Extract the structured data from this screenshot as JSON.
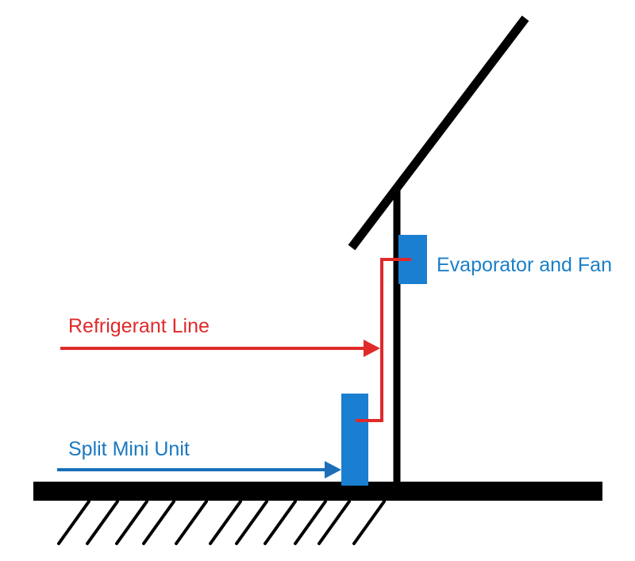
{
  "diagram": {
    "labels": {
      "evaporator": "Evaporator and Fan",
      "refrigerant": "Refrigerant Line",
      "split_unit": "Split Mini Unit"
    },
    "colors": {
      "structure": "#000000",
      "refrigerant": "#e02a2a",
      "unit": "#1a7fd0",
      "evaporator_label": "#1a7fc8",
      "split_label": "#1a78c0"
    }
  }
}
